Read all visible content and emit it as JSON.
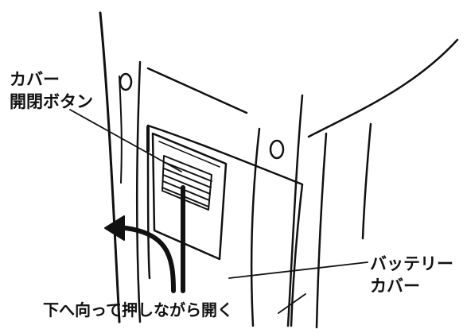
{
  "labels": {
    "cover_button": {
      "line1": "カバー",
      "line2": "開閉ボタン"
    },
    "battery_cover": {
      "line1": "バッテリー",
      "line2": "カバー"
    },
    "open_instruction": "下へ向って押しながら開く"
  },
  "icons": {
    "direction_arrow": "curved-arrow-icon"
  },
  "colors": {
    "ink": "#111111",
    "background": "#ffffff"
  }
}
